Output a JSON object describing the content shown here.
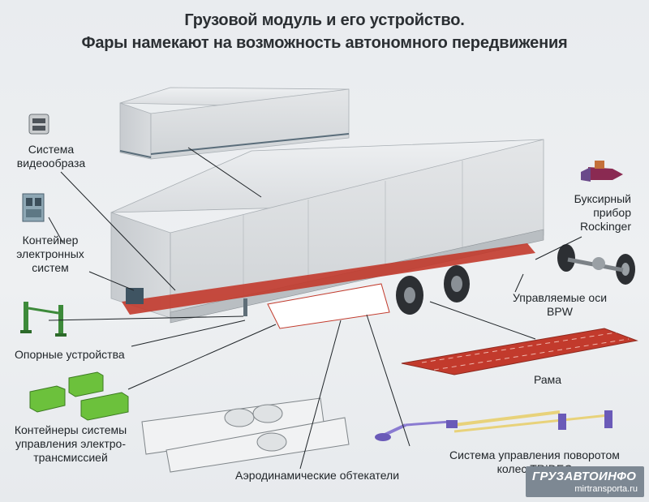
{
  "title": {
    "line1": "Грузовой модуль и его устройство.",
    "line2": "Фары намекают на возможность автономного передвижения"
  },
  "labels": {
    "video_system": [
      "Система",
      "видеообраза"
    ],
    "electronics_container": [
      "Контейнер",
      "электронных",
      "систем"
    ],
    "support_devices": [
      "Опорные устройства"
    ],
    "transmission_containers": [
      "Контейнеры системы",
      "управления электро-",
      "трансмиссией"
    ],
    "aero_fairings": [
      "Аэродинамические обтекатели"
    ],
    "towing_device": [
      "Буксирный",
      "прибор",
      "Rockinger"
    ],
    "steered_axles": [
      "Управляемые оси",
      "BPW"
    ],
    "frame": [
      "Рама"
    ],
    "tridec_system": [
      "Система управления поворотом",
      "колес TRIDEC"
    ]
  },
  "watermark": {
    "brand": "ГРУЗАВТОИНФО",
    "site": "mirtransporta.ru"
  },
  "colors": {
    "body_white": "#e3e5e7",
    "frame_red": "#c23a2c",
    "container_green": "#6cc13c",
    "tridec_purple": "#8a7bd1",
    "tridec_yellow": "#e8d27a",
    "leader_line": "#1f2428"
  }
}
